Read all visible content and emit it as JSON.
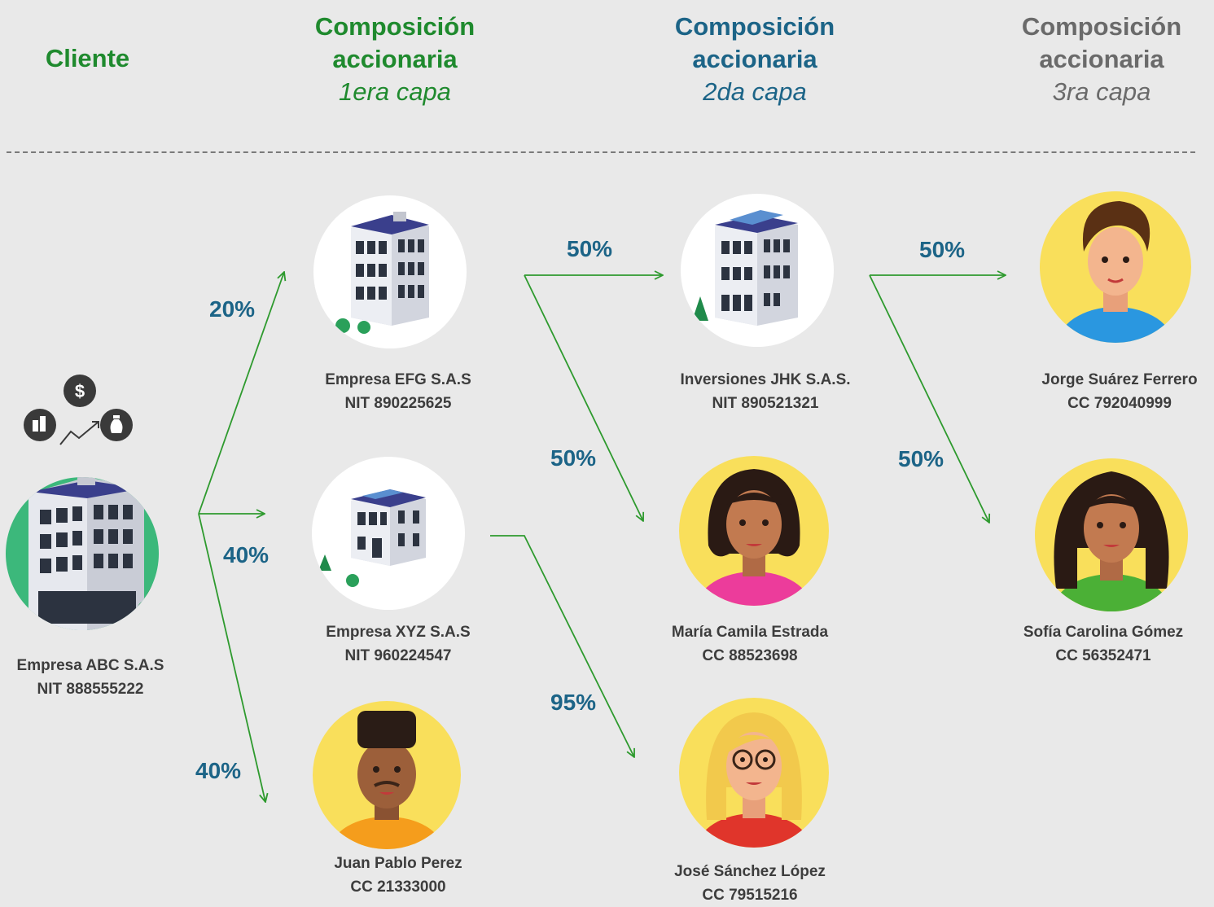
{
  "headers": {
    "cliente": "Cliente",
    "capa1": {
      "title_line1": "Composición",
      "title_line2": "accionaria",
      "sub": "1era capa"
    },
    "capa2": {
      "title_line1": "Composición",
      "title_line2": "accionaria",
      "sub": "2da capa"
    },
    "capa3": {
      "title_line1": "Composición",
      "title_line2": "accionaria",
      "sub": "3ra capa"
    }
  },
  "entities": {
    "abc": {
      "name": "Empresa ABC S.A.S",
      "id": "NIT 888555222"
    },
    "efg": {
      "name": "Empresa EFG S.A.S",
      "id": "NIT 890225625"
    },
    "xyz": {
      "name": "Empresa XYZ S.A.S",
      "id": "NIT 960224547"
    },
    "juan": {
      "name": "Juan Pablo Perez",
      "id": "CC 21333000"
    },
    "jhk": {
      "name": "Inversiones JHK S.A.S.",
      "id": "NIT 890521321"
    },
    "maria": {
      "name": "María Camila Estrada",
      "id": "CC 88523698"
    },
    "jose": {
      "name": "José Sánchez López",
      "id": "CC 79515216"
    },
    "jorge": {
      "name": "Jorge Suárez Ferrero",
      "id": "CC 792040999"
    },
    "sofia": {
      "name": "Sofía Carolina Gómez",
      "id": "CC 56352471"
    }
  },
  "edges": {
    "abc_efg": "20%",
    "abc_xyz": "40%",
    "abc_juan": "40%",
    "efg_jhk": "50%",
    "efg_maria": "50%",
    "xyz_jose": "95%",
    "jhk_jorge": "50%",
    "jhk_sofia": "50%"
  },
  "icons": {
    "dollar": "$"
  },
  "colors": {
    "background": "#e9e9e9",
    "green_header": "#1f8a2e",
    "blue_header": "#1c6487",
    "gray_header": "#6a6a6a",
    "arrow": "#2e9a2e",
    "client_circle": "#3cb87b",
    "person_circle": "#f9df5b"
  }
}
